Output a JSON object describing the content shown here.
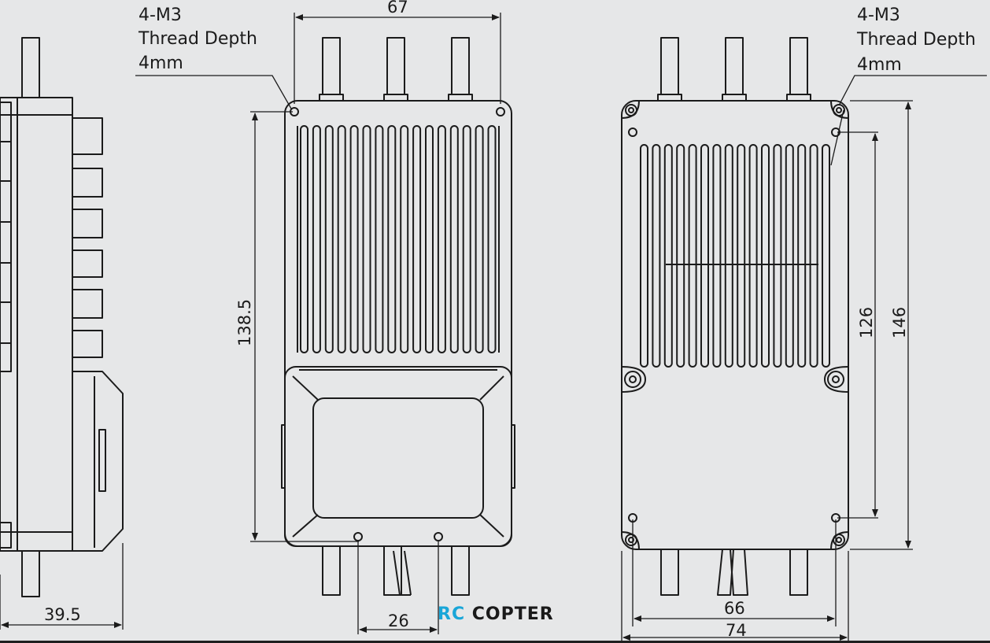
{
  "callouts": {
    "left": {
      "line1": "4-M3",
      "line2": "Thread Depth",
      "line3": "4mm"
    },
    "right": {
      "line1": "4-M3",
      "line2": "Thread Depth",
      "line3": "4mm"
    }
  },
  "dimensions": {
    "width_top": "67",
    "height_front": "138.5",
    "depth_side": "39.5",
    "hole_spacing_bottom": "26",
    "hole_height_back": "126",
    "height_back": "146",
    "hole_width_back": "66",
    "width_back": "74"
  },
  "watermark": {
    "part1": "RC",
    "part2": "COPTER"
  },
  "colors": {
    "background": "#e6e7e8",
    "line": "#1b1b1b",
    "brand_accent": "#19a6d8"
  }
}
